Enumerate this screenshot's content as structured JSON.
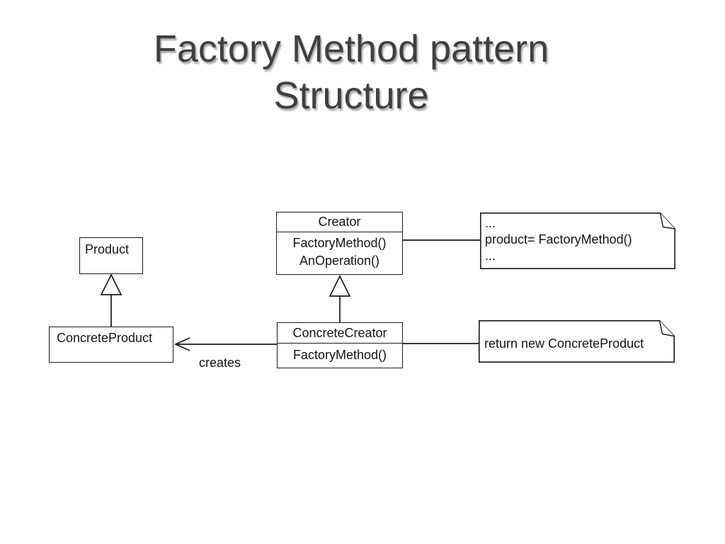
{
  "slide": {
    "title_line1": "Factory Method pattern",
    "title_line2": "Structure"
  },
  "colors": {
    "background": "#ffffff",
    "title_text": "#3f3f3f",
    "title_shadow": "#ababab",
    "stroke": "#1a1a1a"
  },
  "diagram": {
    "classes": {
      "product": {
        "name": "Product"
      },
      "creator": {
        "name": "Creator",
        "methods": [
          "FactoryMethod()",
          "AnOperation()"
        ]
      },
      "concrete_product": {
        "name": "ConcreteProduct"
      },
      "concrete_creator": {
        "name": "ConcreteCreator",
        "methods": [
          "FactoryMethod()"
        ]
      }
    },
    "notes": {
      "creator_note": {
        "lines": [
          "...",
          "product= FactoryMethod()",
          "..."
        ]
      },
      "concrete_creator_note": {
        "lines": [
          "return new ConcreteProduct"
        ]
      }
    },
    "edges": {
      "creates_label": "creates"
    }
  }
}
